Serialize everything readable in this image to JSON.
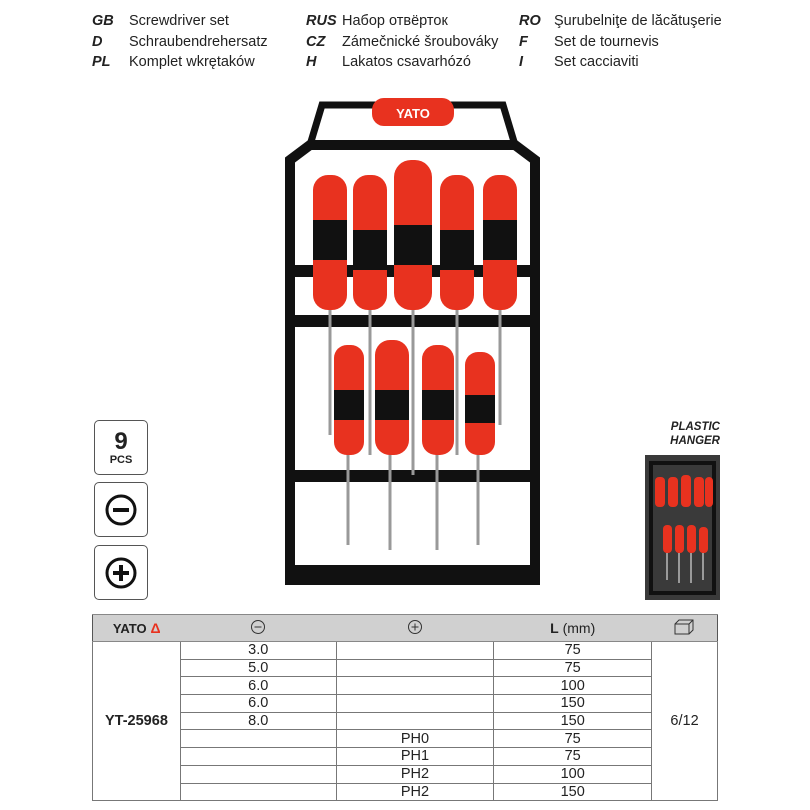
{
  "titles": [
    [
      {
        "code": "GB",
        "text": "Screwdriver set"
      },
      {
        "code": "D",
        "text": "Schraubendrehersatz"
      },
      {
        "code": "PL",
        "text": "Komplet wkrętaków"
      }
    ],
    [
      {
        "code": "RUS",
        "text": "Набор отвёрток"
      },
      {
        "code": "CZ",
        "text": "Zámečnické šroubováky"
      },
      {
        "code": "H",
        "text": "Lakatos csavarhózó"
      }
    ],
    [
      {
        "code": "RO",
        "text": "Şurubelniţe de lăcătuşerie"
      },
      {
        "code": "F",
        "text": "Set de tournevis"
      },
      {
        "code": "I",
        "text": "Set cacciaviti"
      }
    ]
  ],
  "product_image": {
    "brand": "YATO"
  },
  "badges": {
    "count": "9",
    "count_unit": "PCS",
    "icons": [
      "slotted-icon",
      "phillips-icon"
    ]
  },
  "hanger": {
    "label_line1": "PLASTIC",
    "label_line2": "HANGER"
  },
  "table": {
    "brand": "YATO",
    "headers": {
      "slotted": "slotted-icon",
      "phillips": "phillips-icon",
      "length": "L",
      "length_unit": "(mm)",
      "package": "box-icon"
    },
    "code": "YT-25968",
    "package": "6/12",
    "rows": [
      {
        "slot": "3.0",
        "ph": "",
        "l": "75"
      },
      {
        "slot": "5.0",
        "ph": "",
        "l": "75"
      },
      {
        "slot": "6.0",
        "ph": "",
        "l": "100"
      },
      {
        "slot": "6.0",
        "ph": "",
        "l": "150"
      },
      {
        "slot": "8.0",
        "ph": "",
        "l": "150"
      },
      {
        "slot": "",
        "ph": "PH0",
        "l": "75"
      },
      {
        "slot": "",
        "ph": "PH1",
        "l": "75"
      },
      {
        "slot": "",
        "ph": "PH2",
        "l": "100"
      },
      {
        "slot": "",
        "ph": "PH2",
        "l": "150"
      }
    ]
  }
}
